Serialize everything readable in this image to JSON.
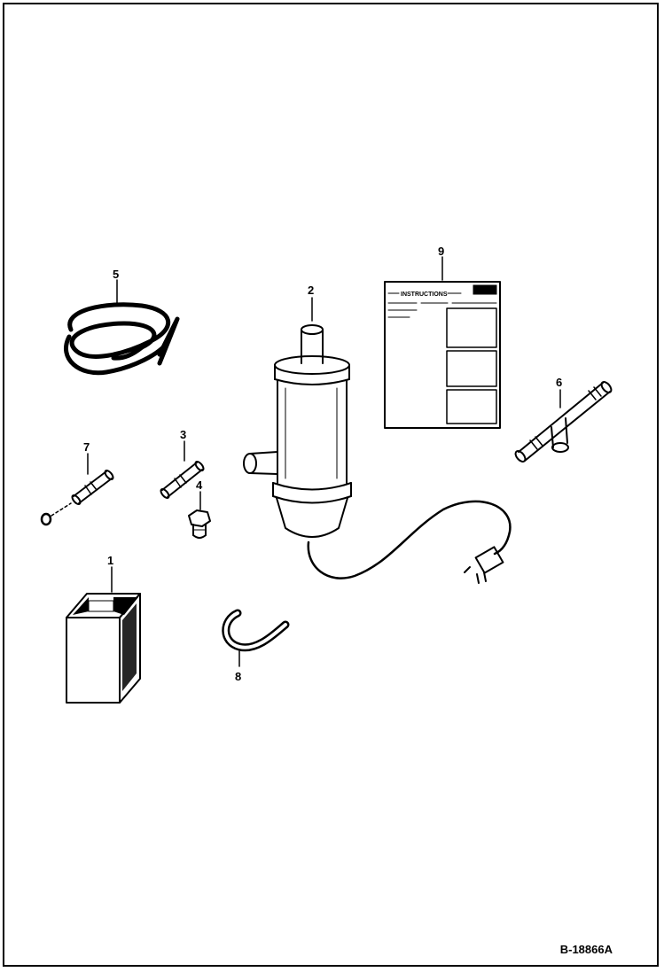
{
  "diagram": {
    "figure_id": "B-18866A",
    "callouts": [
      {
        "id": "1",
        "label": "1",
        "part": "box"
      },
      {
        "id": "2",
        "label": "2",
        "part": "tank-heater"
      },
      {
        "id": "3",
        "label": "3",
        "part": "fitting"
      },
      {
        "id": "4",
        "label": "4",
        "part": "plug"
      },
      {
        "id": "5",
        "label": "5",
        "part": "hose-coil"
      },
      {
        "id": "6",
        "label": "6",
        "part": "tee-fitting"
      },
      {
        "id": "7",
        "label": "7",
        "part": "fitting-with-washer"
      },
      {
        "id": "8",
        "label": "8",
        "part": "hose-elbow"
      },
      {
        "id": "9",
        "label": "9",
        "part": "instruction-sheet"
      }
    ],
    "instruction_sheet_title": "INSTRUCTIONS"
  }
}
